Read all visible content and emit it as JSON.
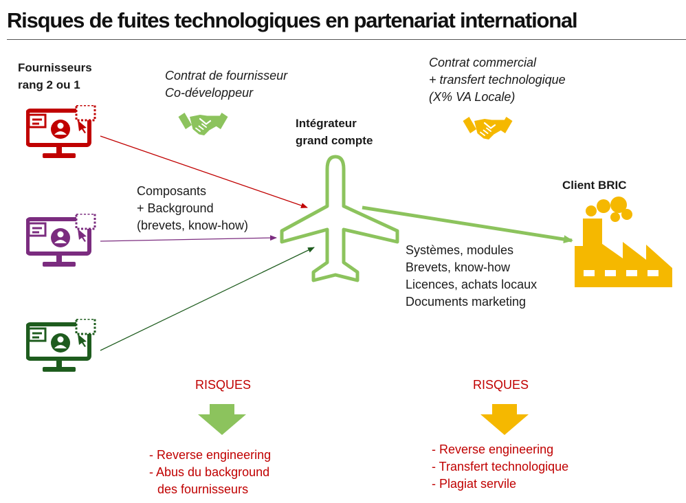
{
  "title": "Risques de fuites technologiques en partenariat international",
  "suppliers": {
    "label_line1": "Fournisseurs",
    "label_line2": "rang 2 ou 1",
    "icons": [
      {
        "name": "supplier-red",
        "color": "#c00000"
      },
      {
        "name": "supplier-purple",
        "color": "#7b2c7f"
      },
      {
        "name": "supplier-green",
        "color": "#1e5c1e"
      }
    ]
  },
  "contract_supplier": {
    "line1": "Contrat de fournisseur",
    "line2": "Co-développeur",
    "icon": "handshake-icon",
    "color": "#8cc35d"
  },
  "integrator": {
    "line1": "Intégrateur",
    "line2": "grand compte",
    "icon": "airplane-icon",
    "color": "#8cc35d"
  },
  "contract_client": {
    "line1": "Contrat commercial",
    "line2": "+ transfert technologique",
    "line3": "(X% VA Locale)",
    "icon": "handshake-icon",
    "color": "#f5b800"
  },
  "client": {
    "label": "Client BRIC",
    "icon": "factory-icon",
    "color": "#f5b800"
  },
  "components": {
    "line1": "Composants",
    "line2": "+ Background",
    "line3": "(brevets, know-how)"
  },
  "deliverables": {
    "line1": "Systèmes, modules",
    "line2": "Brevets, know-how",
    "line3": "Licences, achats locaux",
    "line4": "Documents marketing"
  },
  "risks_left": {
    "heading": "RISQUES",
    "arrow_color": "#8cc35d",
    "item1": "- Reverse engineering",
    "item2": "- Abus du background",
    "item3": "des fournisseurs"
  },
  "risks_right": {
    "heading": "RISQUES",
    "arrow_color": "#f5b800",
    "item1": "- Reverse engineering",
    "item2": "- Transfert technologique",
    "item3": "- Plagiat servile"
  }
}
